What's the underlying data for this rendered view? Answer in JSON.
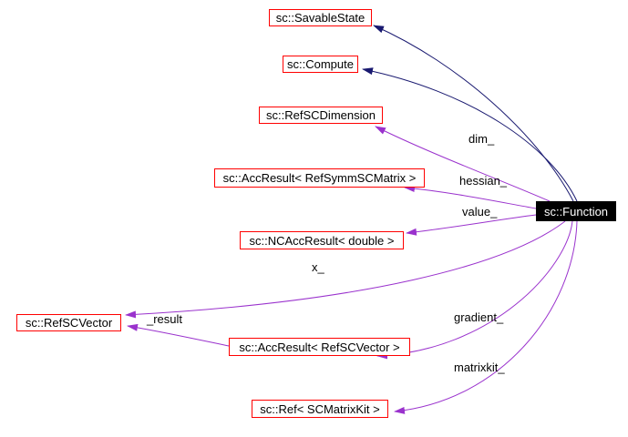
{
  "diagram": {
    "kind": "collaboration-graph",
    "main_node": "sc::Function",
    "nodes": [
      {
        "id": "savablestate",
        "label": "sc::SavableState"
      },
      {
        "id": "compute",
        "label": "sc::Compute"
      },
      {
        "id": "refscdimension",
        "label": "sc::RefSCDimension"
      },
      {
        "id": "accresult-refsymmscmatrix",
        "label": "sc::AccResult< RefSymmSCMatrix >"
      },
      {
        "id": "ncaccresult-double",
        "label": "sc::NCAccResult< double >"
      },
      {
        "id": "refscvector",
        "label": "sc::RefSCVector"
      },
      {
        "id": "accresult-refscvector",
        "label": "sc::AccResult< RefSCVector >"
      },
      {
        "id": "ref-scmatrixkit",
        "label": "sc::Ref< SCMatrixKit >"
      },
      {
        "id": "function",
        "label": "sc::Function"
      }
    ],
    "edges": [
      {
        "from": "sc::Function",
        "to": "sc::SavableState",
        "kind": "inheritance",
        "label": ""
      },
      {
        "from": "sc::Function",
        "to": "sc::Compute",
        "kind": "inheritance",
        "label": ""
      },
      {
        "from": "sc::Function",
        "to": "sc::RefSCDimension",
        "kind": "usage",
        "label": "dim_"
      },
      {
        "from": "sc::Function",
        "to": "sc::AccResult< RefSymmSCMatrix >",
        "kind": "usage",
        "label": "hessian_"
      },
      {
        "from": "sc::Function",
        "to": "sc::NCAccResult< double >",
        "kind": "usage",
        "label": "value_"
      },
      {
        "from": "sc::Function",
        "to": "sc::RefSCVector",
        "kind": "usage",
        "label": "x_"
      },
      {
        "from": "sc::Function",
        "to": "sc::AccResult< RefSCVector >",
        "kind": "usage",
        "label": "gradient_"
      },
      {
        "from": "sc::Function",
        "to": "sc::Ref< SCMatrixKit >",
        "kind": "usage",
        "label": "matrixkit_"
      },
      {
        "from": "sc::AccResult< RefSCVector >",
        "to": "sc::RefSCVector",
        "kind": "usage",
        "label": "_result"
      }
    ],
    "colors": {
      "inheritance_edge": "#191970",
      "usage_edge": "#9a32cd",
      "node_border": "#ff0000",
      "node_background": "#ffffff",
      "node_text": "#000000",
      "main_node_background": "#000000",
      "main_node_text": "#ffffff",
      "background": "#ffffff"
    }
  }
}
